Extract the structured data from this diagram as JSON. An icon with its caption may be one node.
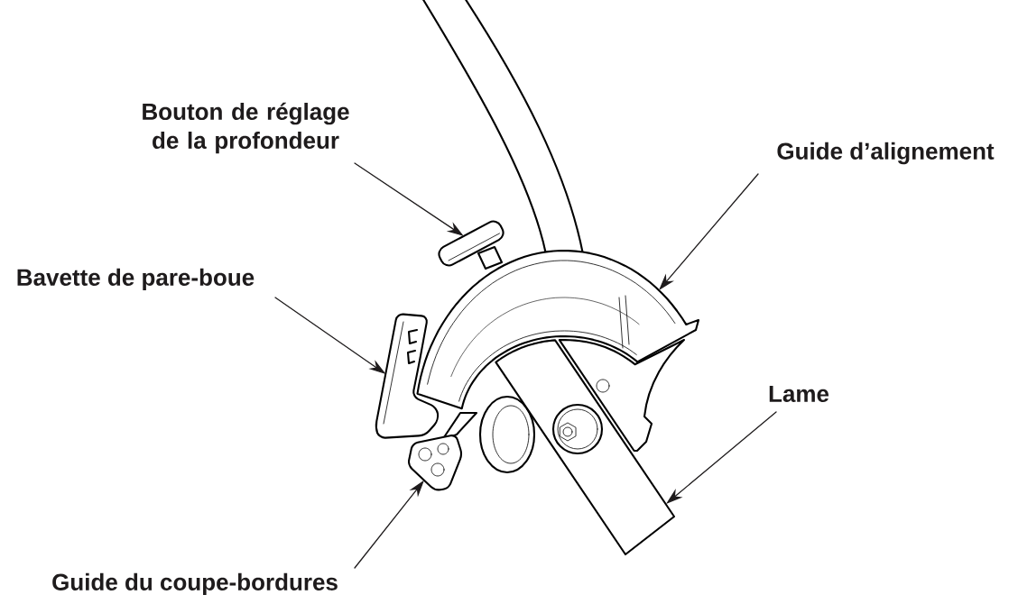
{
  "diagram": {
    "nodes": [
      {
        "text": [
          "Bouton de réglage de la profondeur"
        ]
      },
      {
        "text": [
          "Guide d’alignement"
        ]
      },
      {
        "text": [
          "Bavette de pare-boue"
        ]
      },
      {
        "text": [
          "Lame"
        ]
      },
      {
        "text": [
          "Guide du coupe-bordures"
        ]
      },
      {
        "text": [],
        "shape": "picture"
      },
      {
        "text": [],
        "shape": "picture"
      },
      {
        "text": [],
        "shape": "picture"
      },
      {
        "text": [],
        "shape": "picture"
      },
      {
        "text": [],
        "shape": "picture"
      }
    ],
    "edges": [
      {
        "from": 0,
        "to": 5,
        "arrow": "to"
      },
      {
        "from": 1,
        "to": 6,
        "arrow": "to"
      },
      {
        "from": 2,
        "to": 7,
        "arrow": "to"
      },
      {
        "from": 3,
        "to": 8,
        "arrow": "to"
      },
      {
        "from": 4,
        "to": 9,
        "arrow": "to"
      }
    ]
  }
}
